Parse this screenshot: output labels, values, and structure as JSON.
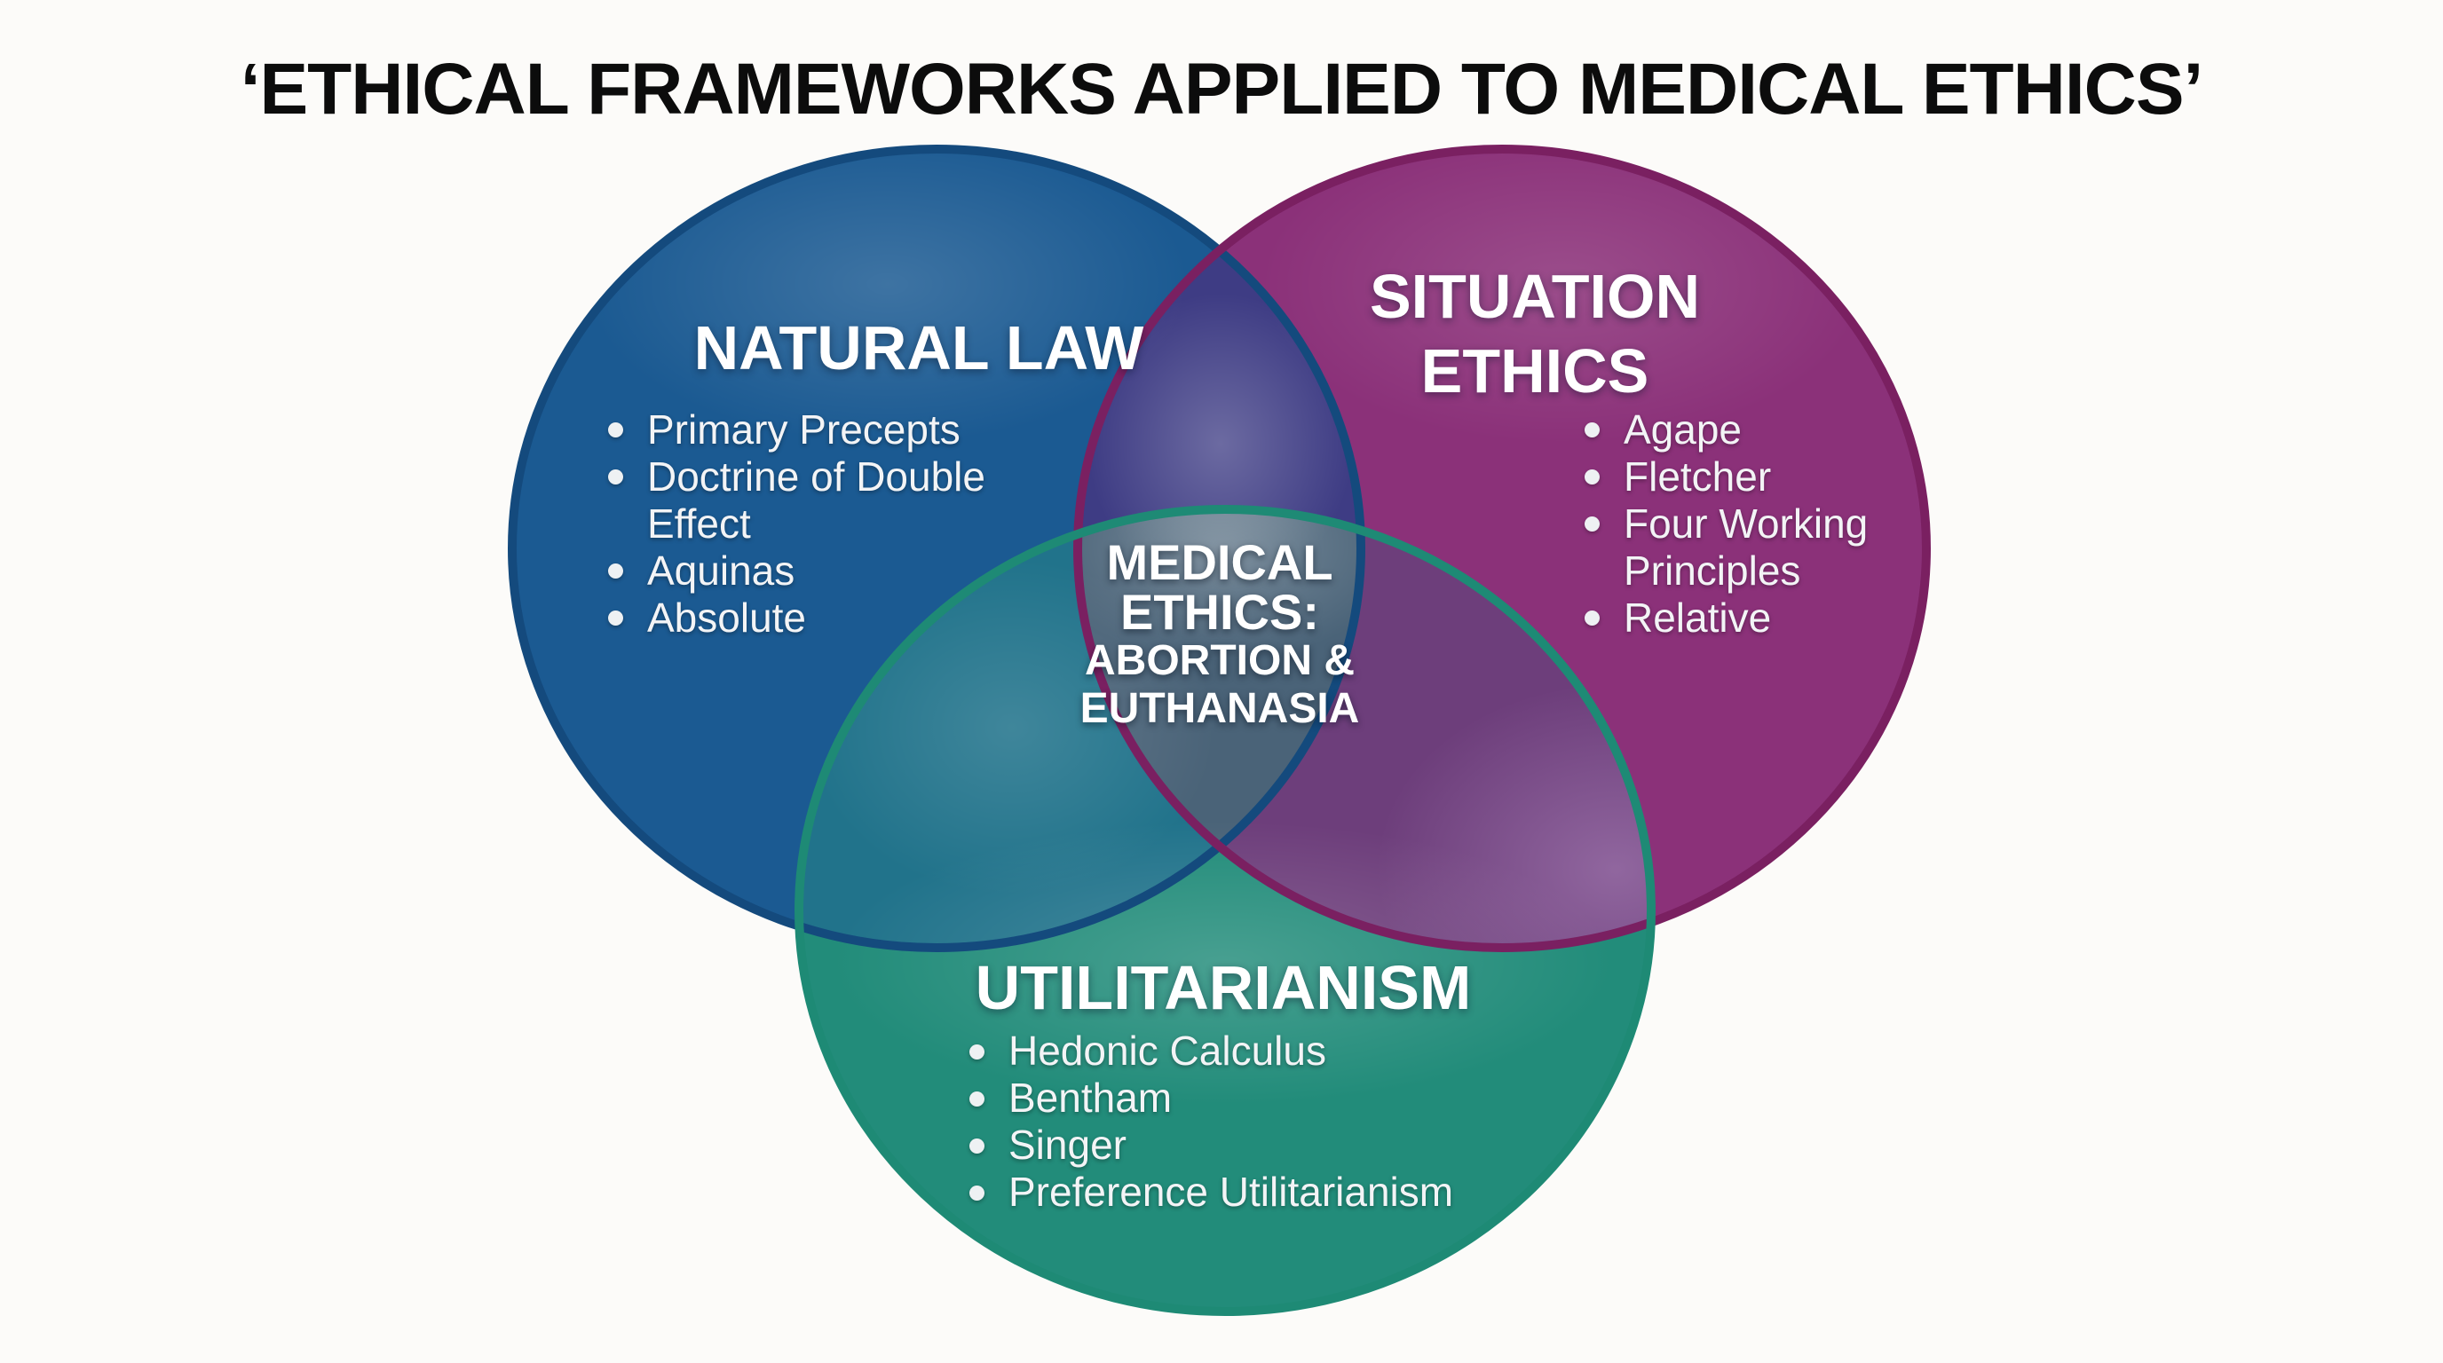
{
  "title": "‘ETHICAL FRAMEWORKS APPLIED TO MEDICAL ETHICS’",
  "venn": {
    "circles": [
      {
        "name": "Natural Law",
        "label": "NATURAL LAW",
        "fill": "#1b5a92",
        "border": "#144a7d",
        "items": [
          "Primary Precepts",
          "Doctrine of Double Effect",
          "Aquinas",
          "Absolute"
        ]
      },
      {
        "name": "Situation Ethics",
        "label": "SITUATION ETHICS",
        "fill": "#8b3179",
        "border": "#7a2061",
        "items": [
          "Agape",
          "Fletcher",
          "Four Working Principles",
          "Relative"
        ]
      },
      {
        "name": "Utilitarianism",
        "label": "UTILITARIANISM",
        "fill": "#228c7a",
        "border": "#1e8a75",
        "items": [
          "Hedonic Calculus",
          "Bentham",
          "Singer",
          "Preference Utilitarianism"
        ]
      }
    ],
    "overlap_colors": {
      "natural_situation": "#3e3c84",
      "natural_utilitarian": "#21738b",
      "situation_utilitarian": "#6d3e7b",
      "center": "#4a6378"
    },
    "center_label": {
      "lines": [
        "MEDICAL",
        "ETHICS:",
        "ABORTION &",
        "EUTHANASIA"
      ]
    }
  }
}
